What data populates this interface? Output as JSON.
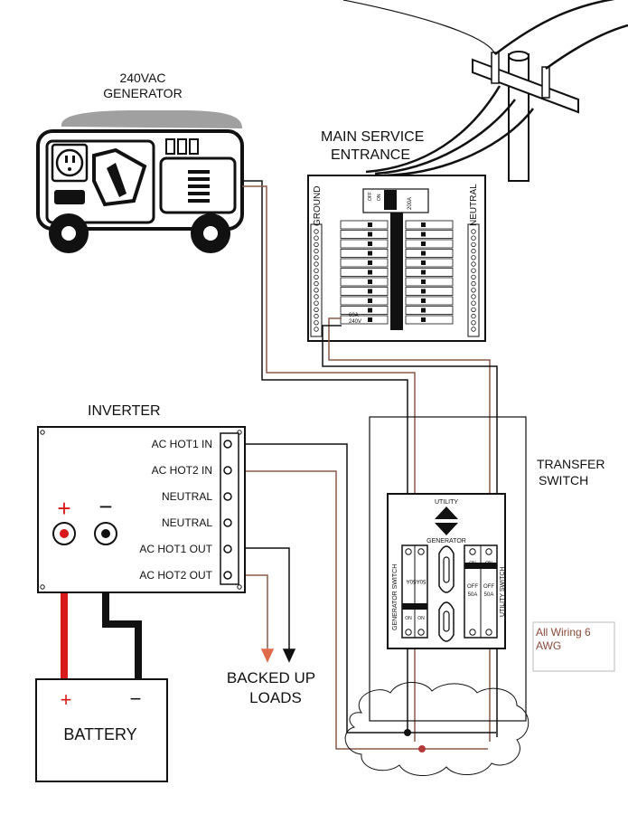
{
  "generator": {
    "title_line1": "240VAC",
    "title_line2": "GENERATOR"
  },
  "service_entrance": {
    "title_line1": "MAIN SERVICE",
    "title_line2": "ENTRANCE",
    "ground_label": "GROUND",
    "neutral_label": "NEUTRAL",
    "main_breaker_off": "OFF",
    "main_breaker_rating": "200A",
    "main_breaker_on": "ON",
    "feeder_breaker_line1": "60A",
    "feeder_breaker_line2": "240V"
  },
  "inverter": {
    "title": "INVERTER",
    "terminals": [
      "AC HOT1 IN",
      "AC HOT2 IN",
      "NEUTRAL",
      "NEUTRAL",
      "AC HOT1 OUT",
      "AC HOT2 OUT"
    ],
    "positive_symbol": "+",
    "negative_symbol": "−"
  },
  "battery": {
    "title": "BATTERY",
    "positive_symbol": "+",
    "negative_symbol": "−"
  },
  "loads": {
    "line1": "BACKED UP",
    "line2": "LOADS"
  },
  "transfer_switch": {
    "title_line1": "TRANSFER",
    "title_line2": "SWITCH",
    "utility_label": "UTILITY",
    "generator_label": "GENERATOR",
    "generator_switch_label": "GENERATOR SWITCH",
    "utility_switch_label": "UTILITY SWITCH",
    "gen_breaker_off": "50A",
    "gen_breaker_on": "ON",
    "util_breaker_off": "OFF",
    "util_breaker_rating": "50A",
    "util_breaker_on": "ON"
  },
  "wiring_note": {
    "line1": "All Wiring 6",
    "line2": "AWG"
  },
  "colors": {
    "line": "#111111",
    "wire_brown": "#8a5a4a",
    "battery_red": "#d81a1a",
    "note_text": "#8a4a3a"
  }
}
